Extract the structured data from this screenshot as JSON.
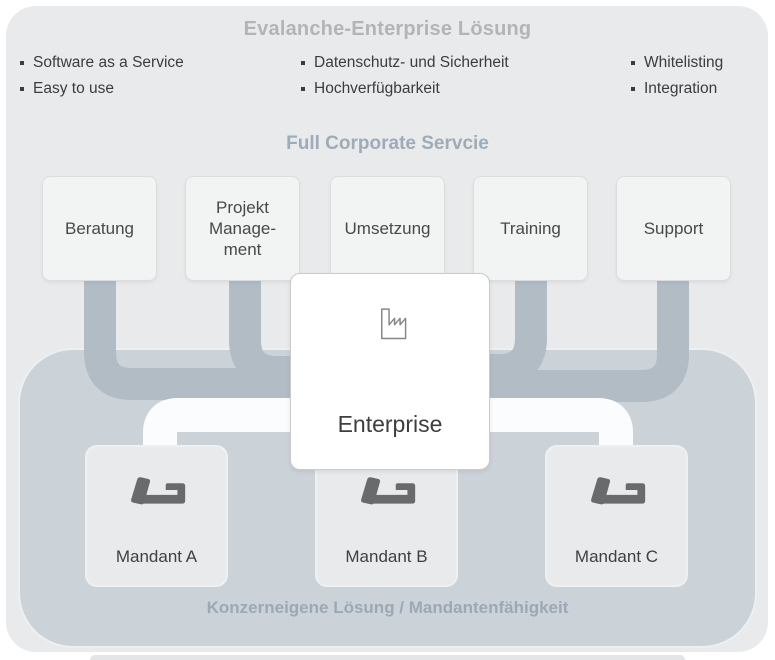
{
  "header": {
    "title": "Evalanche-Enterprise Lösung"
  },
  "features": {
    "columns": [
      {
        "items": [
          "Software as a Service",
          "Easy to use"
        ]
      },
      {
        "items": [
          "Datenschutz- und Sicherheit",
          "Hochverfügbarkeit"
        ]
      },
      {
        "items": [
          "Whitelisting",
          "Integration"
        ]
      }
    ]
  },
  "services": {
    "heading": "Full Corporate Servcie",
    "boxes": [
      {
        "label": "Beratung"
      },
      {
        "label": "Projekt\nManage-\nment"
      },
      {
        "label": "Umsetzung"
      },
      {
        "label": "Training"
      },
      {
        "label": "Support"
      }
    ]
  },
  "enterprise": {
    "label": "Enterprise",
    "icon": "factory-icon"
  },
  "clients": {
    "boxes": [
      {
        "label": "Mandant A"
      },
      {
        "label": "Mandant B"
      },
      {
        "label": "Mandant C"
      }
    ],
    "icon": "client-handle-icon",
    "panel_label": "Konzerneigene Lösung / Mandantenfähigkeit"
  },
  "colors": {
    "background": "#ffffff",
    "outer_panel": "#e9eaeb",
    "inner_panel": "#ccd3d8",
    "pipe_gray": "#b2bcc5",
    "pipe_white": "#fbfcfd",
    "title_gray": "#b2b4b6",
    "accent_bluegray": "#9dacb8",
    "text_dark": "#3b3c3e",
    "icon_dark": "#696a6c"
  }
}
